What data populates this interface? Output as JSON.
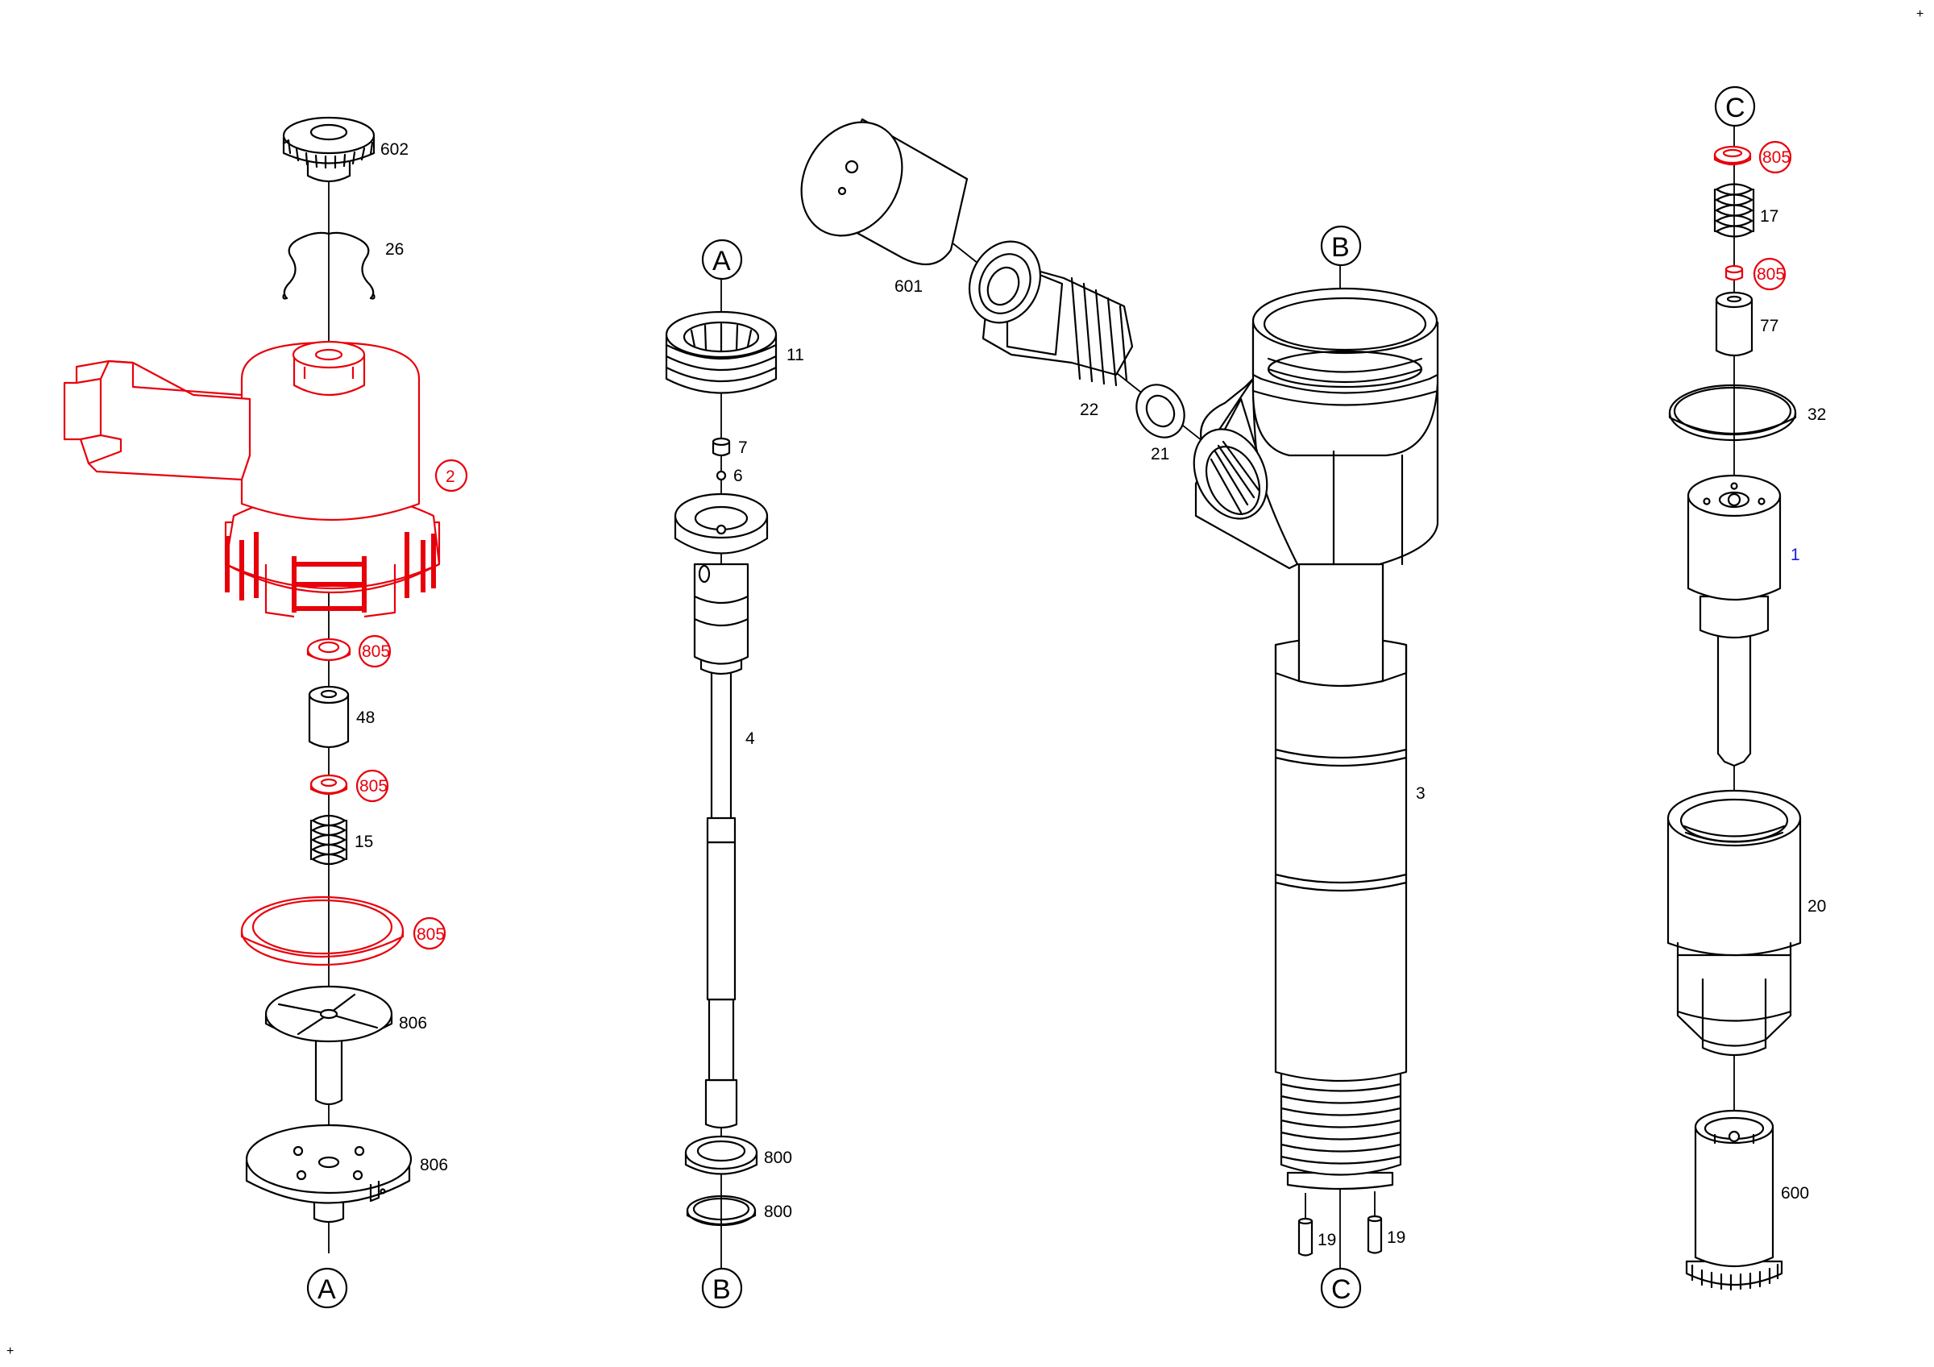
{
  "references": {
    "a_top": "A",
    "a_bottom": "A",
    "b_top": "B",
    "b_bottom": "B",
    "c_top": "C",
    "c_bottom": "C"
  },
  "labels": {
    "p602": "602",
    "p26": "26",
    "p2": "2",
    "p805_a": "805",
    "p48": "48",
    "p805_b": "805",
    "p15": "15",
    "p805_c": "805",
    "p806_a": "806",
    "p806_b": "806",
    "p11": "11",
    "p7": "7",
    "p6": "6",
    "p4": "4",
    "p800_a": "800",
    "p800_b": "800",
    "p601": "601",
    "p22": "22",
    "p21": "21",
    "p3": "3",
    "p19_a": "19",
    "p19_b": "19",
    "p805_d": "805",
    "p17": "17",
    "p805_e": "805",
    "p77": "77",
    "p32": "32",
    "p1": "1",
    "p20": "20",
    "p600": "600"
  },
  "marks": {
    "corner_top_right": "+",
    "corner_bottom_left": "+"
  },
  "colors": {
    "highlight": "#e8000b",
    "part_link": "#1a1ad6",
    "line": "#000000"
  }
}
